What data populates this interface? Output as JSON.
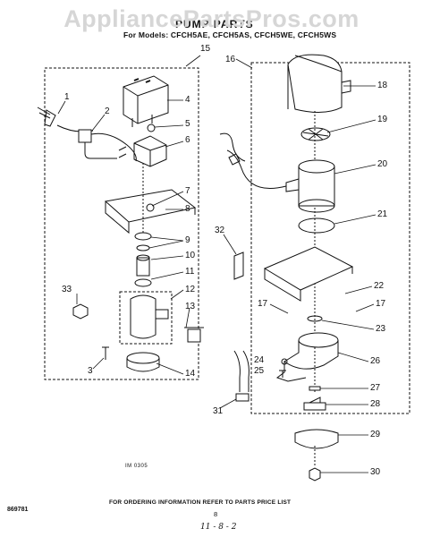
{
  "watermark": "AppliancePartsPros.com",
  "title": "PUMP PARTS",
  "models": "For Models: CFCH5AE, CFCH5AS, CFCH5WE, CFCH5WS",
  "callouts": [
    "1",
    "2",
    "3",
    "4",
    "5",
    "6",
    "7",
    "8",
    "9",
    "10",
    "11",
    "12",
    "13",
    "14",
    "15",
    "16",
    "17",
    "17",
    "18",
    "19",
    "20",
    "21",
    "22",
    "23",
    "24",
    "25",
    "26",
    "27",
    "28",
    "29",
    "30",
    "31",
    "32",
    "33"
  ],
  "diagram_code": "IM 0305",
  "footer_note": "FOR ORDERING INFORMATION REFER TO PARTS PRICE LIST",
  "doc_id": "869781",
  "page_number": "8",
  "handwritten": "11 - 8 - 2"
}
